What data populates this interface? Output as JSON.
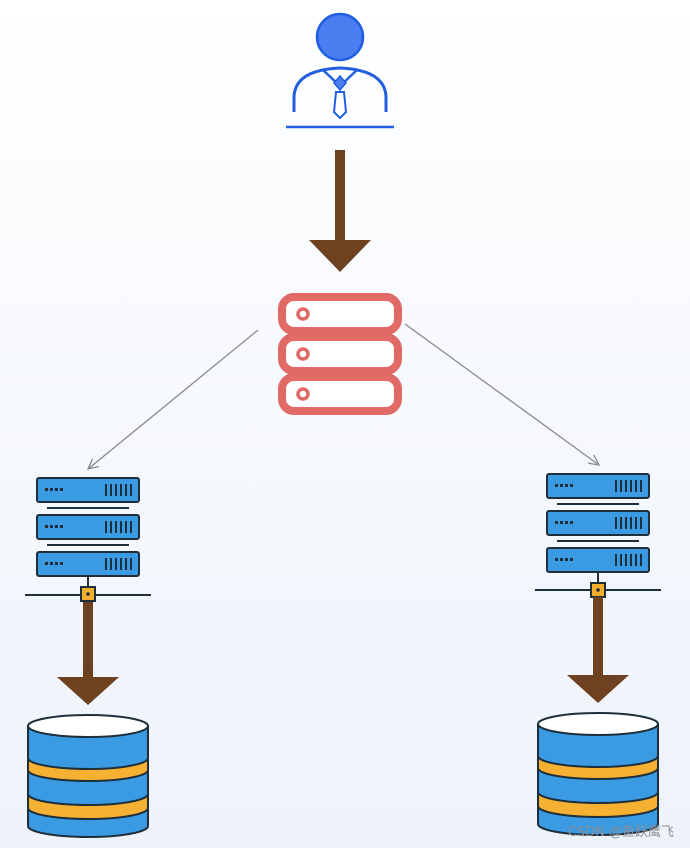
{
  "diagram": {
    "nodes": [
      {
        "id": "user",
        "icon": "user-icon"
      },
      {
        "id": "load-balancer",
        "icon": "server-stack-icon"
      },
      {
        "id": "server-left",
        "icon": "networked-server-icon"
      },
      {
        "id": "server-right",
        "icon": "networked-server-icon"
      },
      {
        "id": "database-left",
        "icon": "database-icon"
      },
      {
        "id": "database-right",
        "icon": "database-icon"
      }
    ],
    "edges": [
      {
        "from": "user",
        "to": "load-balancer",
        "style": "thick"
      },
      {
        "from": "load-balancer",
        "to": "server-left",
        "style": "thin"
      },
      {
        "from": "load-balancer",
        "to": "server-right",
        "style": "thin"
      },
      {
        "from": "server-left",
        "to": "database-left",
        "style": "thick"
      },
      {
        "from": "server-right",
        "to": "database-right",
        "style": "thick"
      }
    ]
  },
  "colors": {
    "user": "#4a7ef0",
    "user_stroke": "#1f5fe0",
    "load_balancer": "#e06a66",
    "server_fill": "#3a9be3",
    "server_outline": "#1e2e3a",
    "connector": "#f4ae2c",
    "database_stripe": "#f6b032",
    "database_fill": "#3a9be3",
    "thick_arrow": "#6e4220",
    "thin_arrow": "#8a8a8a"
  },
  "watermark": "CSDN @鱼跃鹰飞"
}
